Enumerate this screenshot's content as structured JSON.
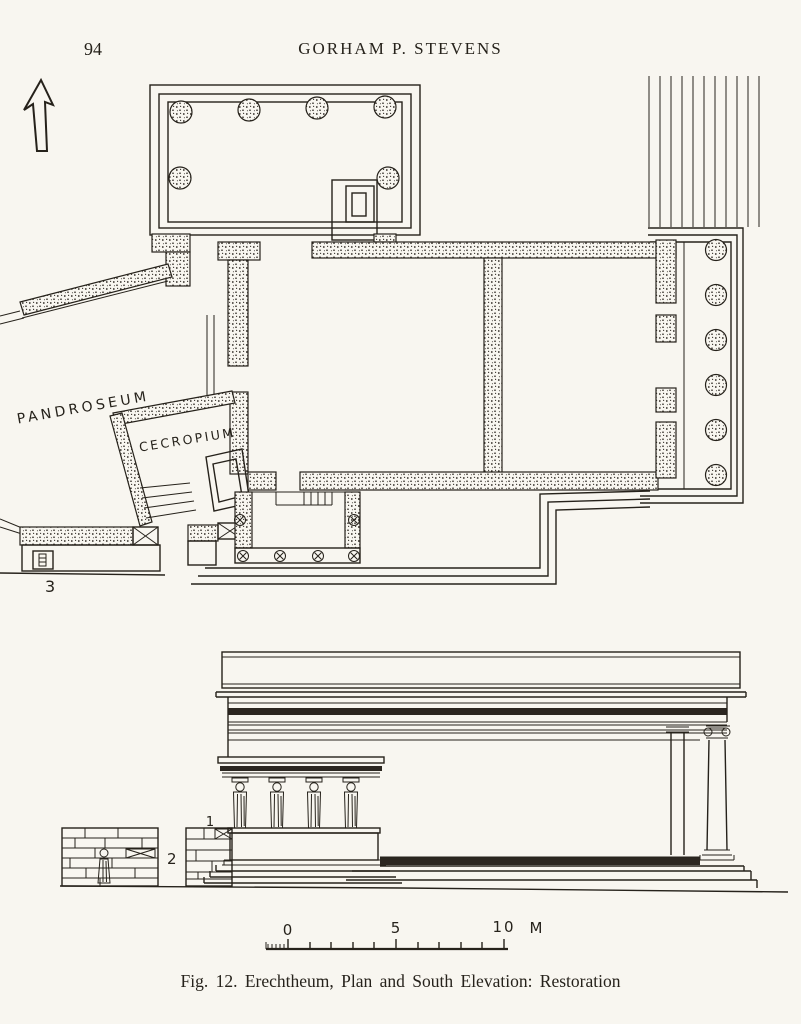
{
  "page": {
    "number": "94",
    "running_head": "GORHAM P. STEVENS",
    "caption": "Fig. 12. Erechtheum, Plan and South Elevation: Restoration"
  },
  "figure": {
    "plan": {
      "label_pandroseum": "PANDROSEUM",
      "label_cecropium": "CECROPIUM",
      "marker_3": "3"
    },
    "elevation": {
      "marker_1": "1",
      "marker_2": "2"
    },
    "scale_bar": {
      "label_0": "0",
      "label_5": "5",
      "label_10": "10",
      "unit": "M"
    }
  },
  "colors": {
    "paper": "#f8f6f0",
    "ink": "#26221b"
  }
}
